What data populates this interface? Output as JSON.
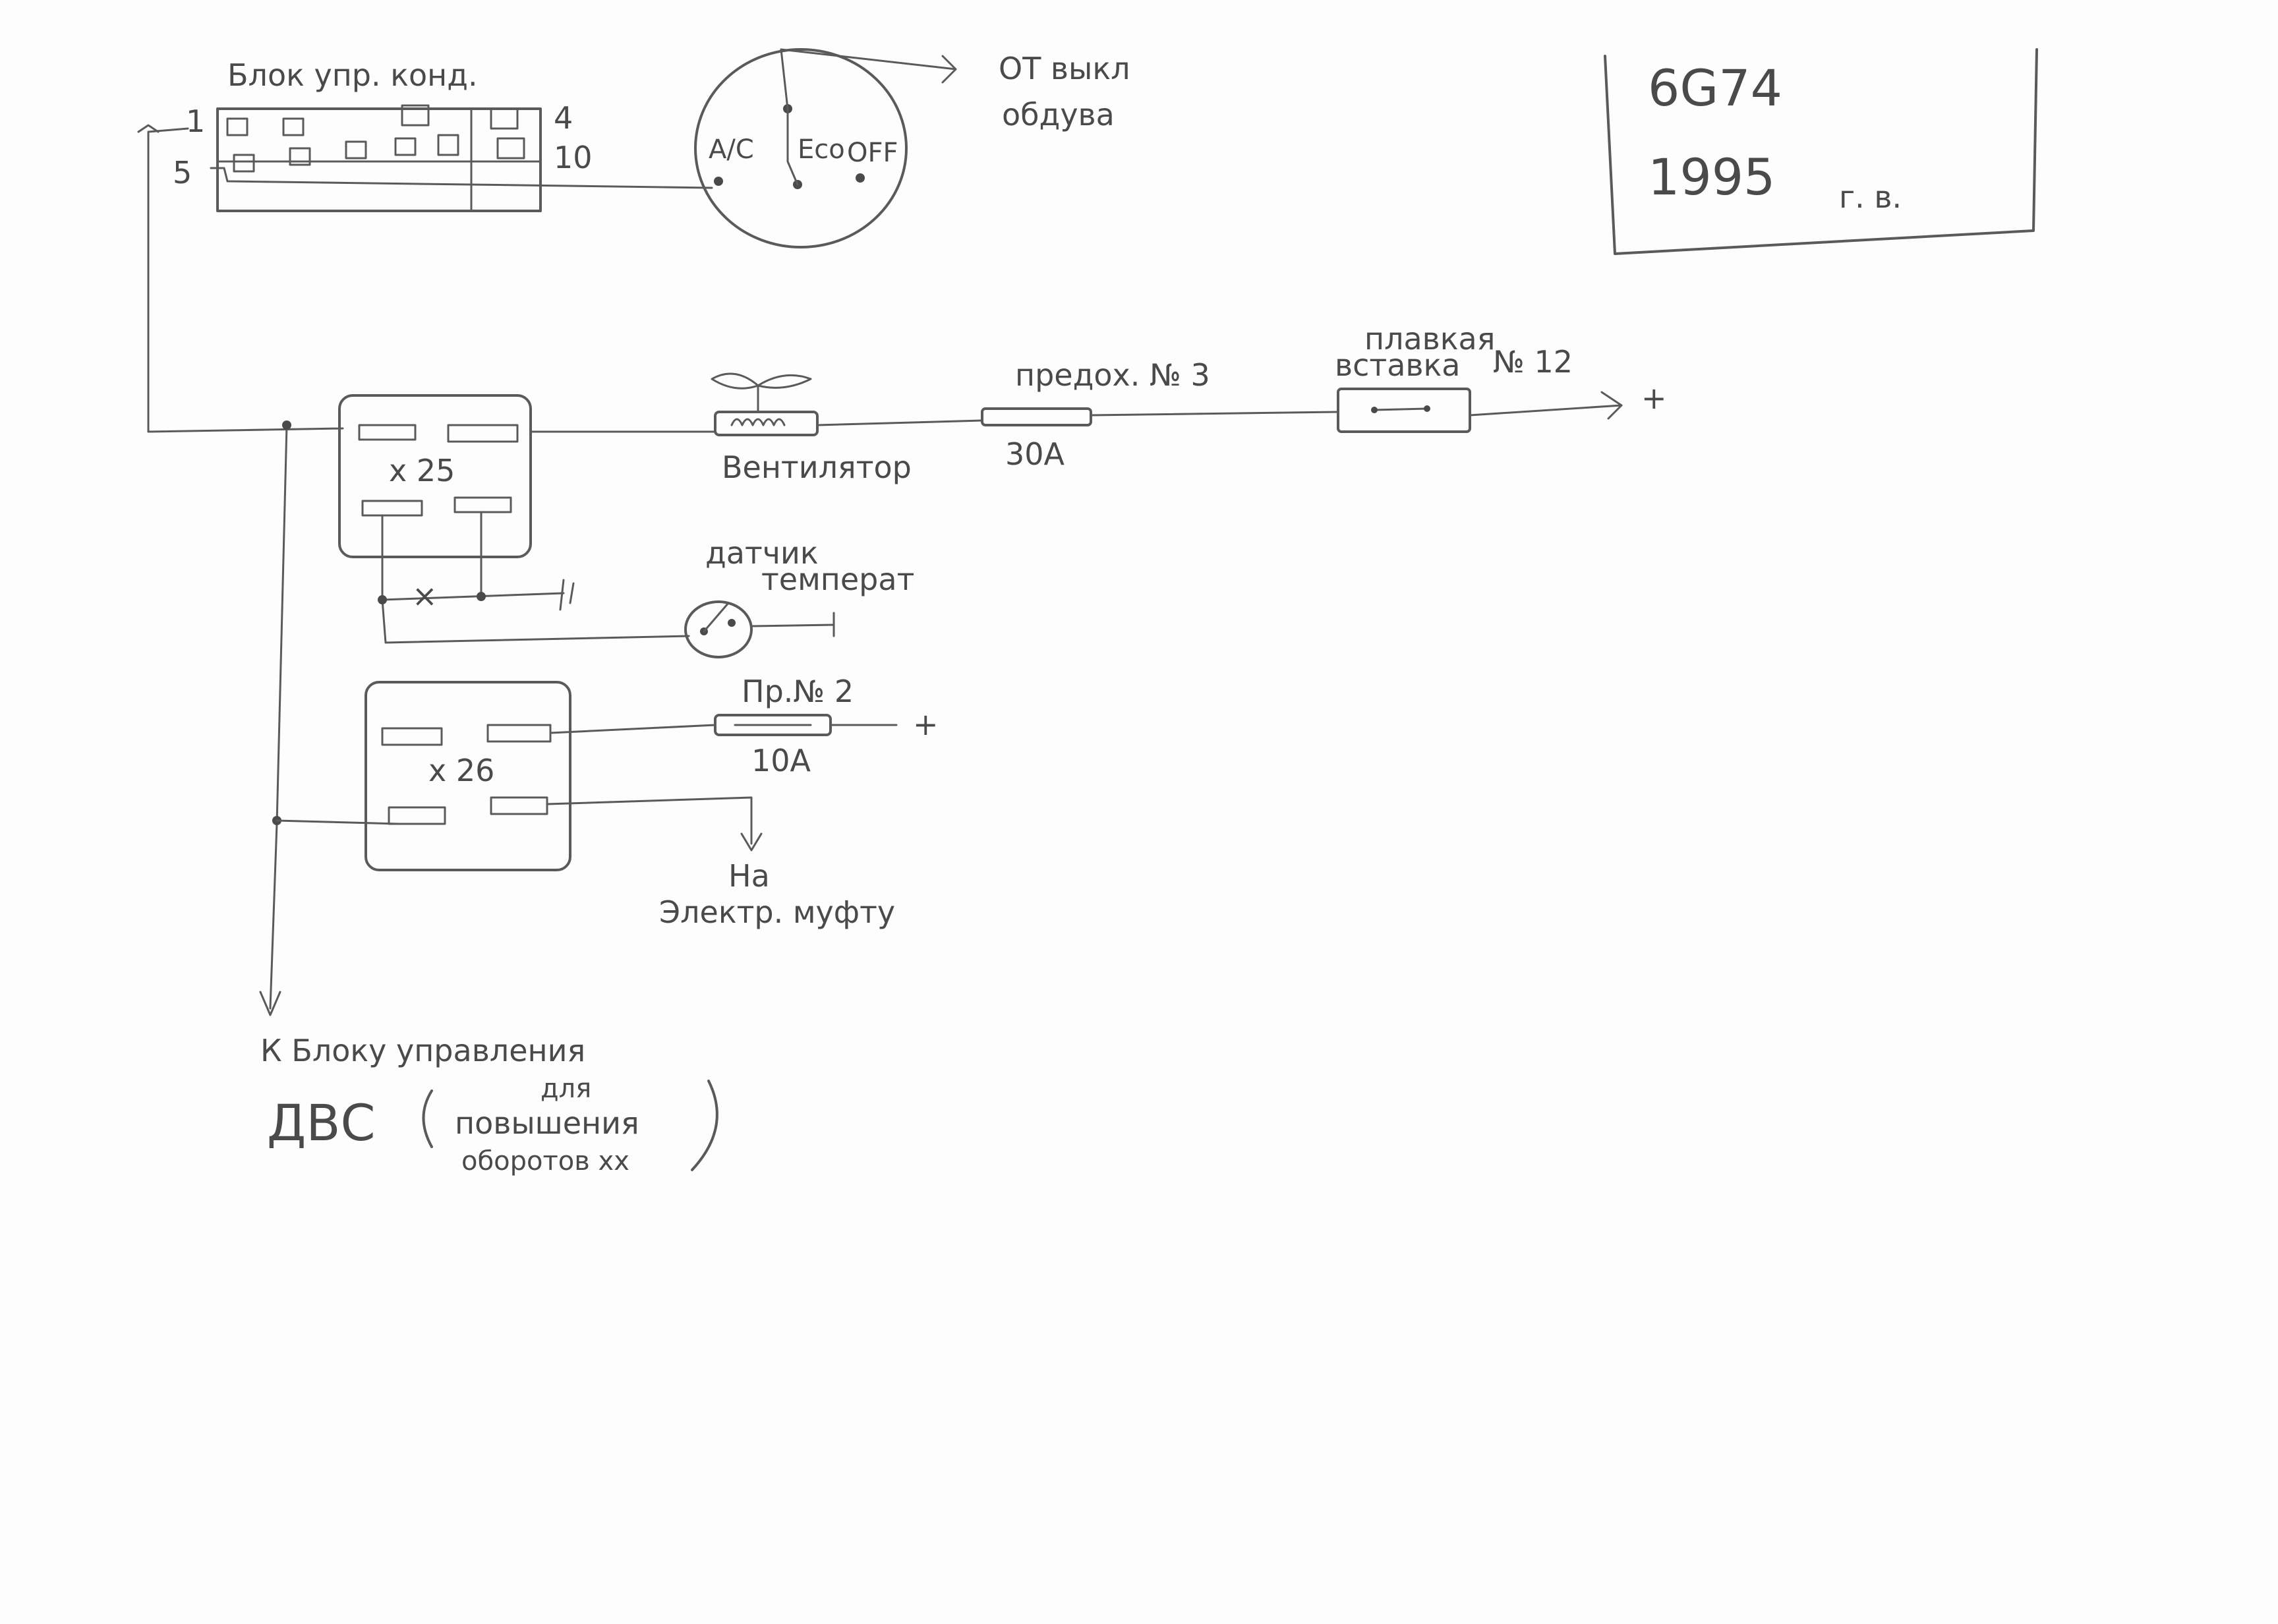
{
  "control_block": {
    "title": "Блок упр. конд.",
    "pin_1": "1",
    "pin_5": "5",
    "pin_4": "4",
    "pin_10": "10"
  },
  "switch": {
    "label_ac": "A/C",
    "label_eco": "Eco",
    "label_off": "OFF",
    "source_line1": "ОТ выкл",
    "source_line2": "обдува"
  },
  "engine_note": {
    "model": "6G74",
    "year": "1995",
    "year_suffix": "г. в."
  },
  "relay_x25": {
    "label": "х 25"
  },
  "relay_x26": {
    "label": "х 26"
  },
  "fan": {
    "label": "Вентилятор"
  },
  "fuse_3": {
    "label": "предох. № 3",
    "rating": "30А"
  },
  "fusible_link": {
    "line1": "плавкая",
    "line2": "вставка",
    "number": "№ 12",
    "terminal": "+"
  },
  "temp_sensor": {
    "line1": "датчик",
    "line2": "температ"
  },
  "fuse_2": {
    "label": "Пр.№ 2",
    "rating": "10А",
    "terminal": "+"
  },
  "clutch": {
    "line1": "На",
    "line2": "Электр. муфту"
  },
  "ecu_note": {
    "line1": "К Блоку управления",
    "prefix": "ДВС",
    "paren_line1": "для",
    "paren_line2": "повышения",
    "paren_line3": "оборотов хх"
  }
}
